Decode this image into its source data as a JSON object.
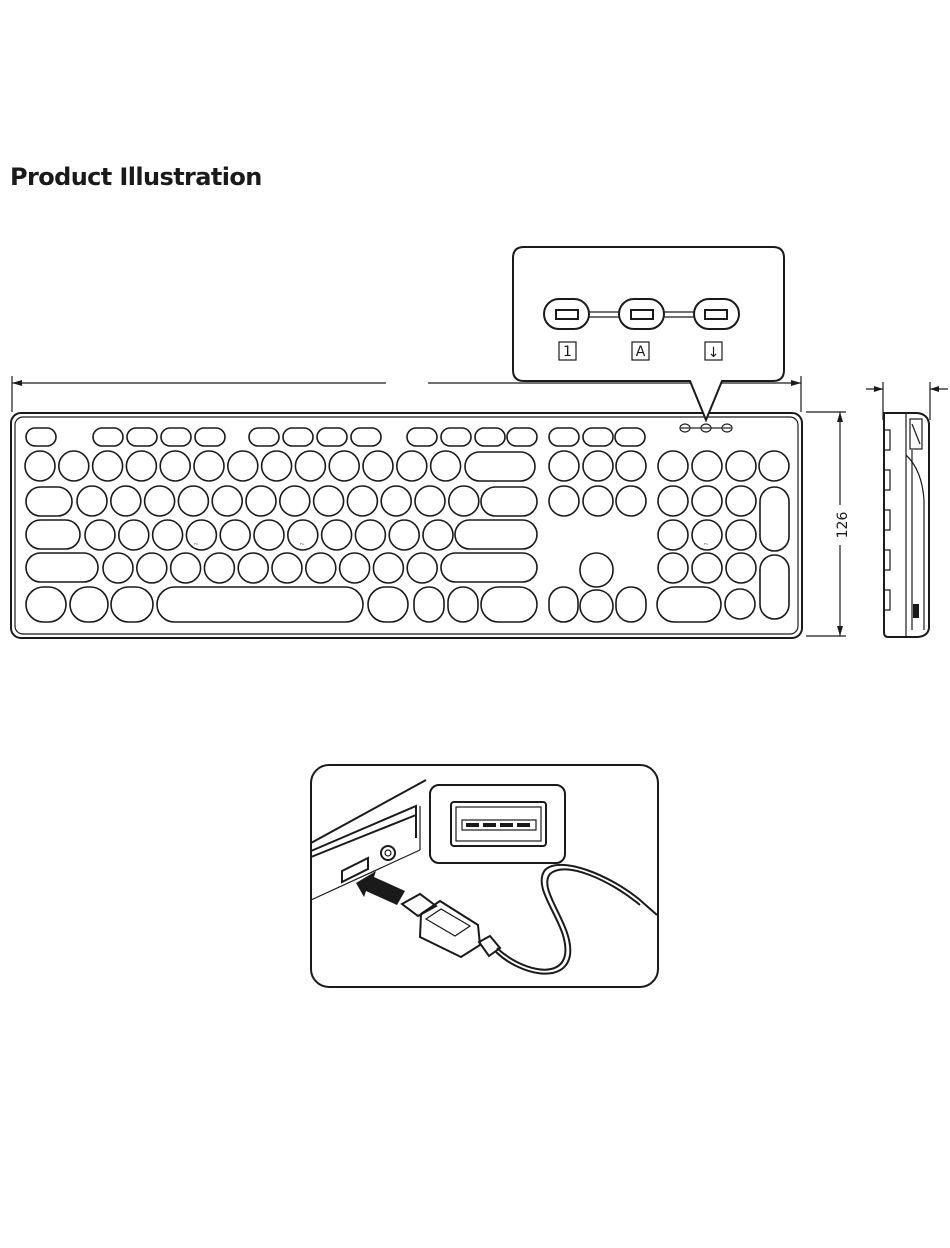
{
  "page": {
    "title": "Product Illustration"
  },
  "keyboard": {
    "height_dimension": "126",
    "fn_key_label": "Fn"
  },
  "indicator_callout": {
    "indicators": [
      {
        "name": "num-lock",
        "symbol": "1"
      },
      {
        "name": "caps-lock",
        "symbol": "A"
      },
      {
        "name": "scroll-lock",
        "symbol": "↓"
      }
    ]
  },
  "usb_callout": {
    "icon": "usb-port-icon"
  },
  "colors": {
    "line": "#1a1a1a",
    "background": "#ffffff"
  }
}
